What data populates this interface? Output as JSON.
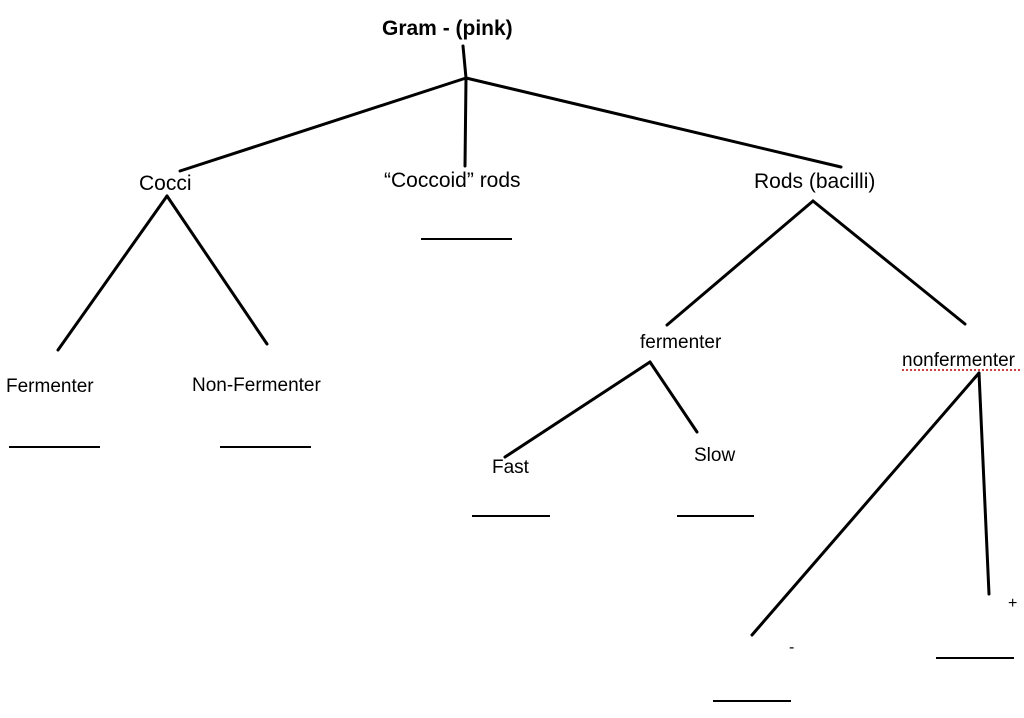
{
  "diagram": {
    "title": "Gram - (pink)",
    "nodes": {
      "cocci": "Cocci",
      "coccoid_rods": "“Coccoid” rods",
      "rods": "Rods (bacilli)",
      "fermenter_cocci": "Fermenter",
      "non_fermenter_cocci": "Non-Fermenter",
      "fermenter": "fermenter",
      "nonfermenter": "nonfermenter",
      "fast": "Fast",
      "slow": "Slow",
      "minus": "-",
      "plus": "+"
    },
    "colors": {
      "line": "#000000",
      "spellcheck_underline": "#d04040"
    }
  }
}
